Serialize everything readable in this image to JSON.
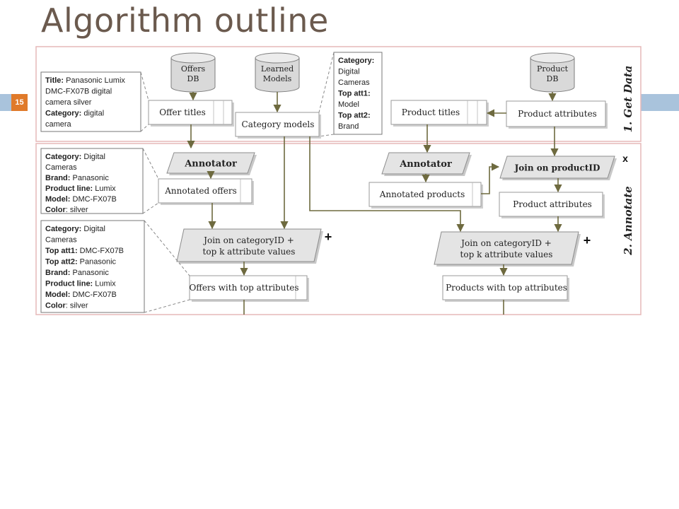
{
  "slide": {
    "title": "Algorithm outline",
    "page_number": "15"
  },
  "colors": {
    "title": "#6b5a4e",
    "page_number_bg": "#e07a2a",
    "accent_bar": "#a9c3dc",
    "panel_border": "#e6b8b8",
    "arrow": "#6e6a3f",
    "box_border": "#9a9a9a",
    "process_fill": "#e4e4e4"
  },
  "diagram": {
    "stage1_label": "1. Get Data",
    "stage2_label": "2. Annotate",
    "offers_db": [
      "Offers",
      "DB"
    ],
    "learned_models": [
      "Learned",
      "Models"
    ],
    "product_db": [
      "Product",
      "DB"
    ],
    "offer_titles": "Offer titles",
    "category_models": "Category models",
    "product_titles": "Product titles",
    "product_attributes_top": "Product attributes",
    "annotator_left": "Annotator",
    "annotator_right": "Annotator",
    "annotated_offers": "Annotated offers",
    "annotated_products": "Annotated products",
    "join_product_id": "Join on productID",
    "product_attributes_mid": "Product attributes",
    "join_category_left": [
      "Join on categoryID +",
      "top k attribute values"
    ],
    "join_category_right": [
      "Join on categoryID +",
      "top k attribute values"
    ],
    "offers_top_attributes": "Offers with top attributes",
    "products_top_attributes": "Products with top attributes",
    "plus_left": "+",
    "plus_right": "+",
    "x_mark": "x",
    "note_offer": [
      {
        "k": "Title:",
        "v": " Panasonic Lumix"
      },
      {
        "k": "",
        "v": "DMC-FX07B digital"
      },
      {
        "k": "",
        "v": "camera silver"
      },
      {
        "k": "Category:",
        "v": " digital"
      },
      {
        "k": "",
        "v": "camera"
      }
    ],
    "note_model": [
      {
        "k": "Category:",
        "v": ""
      },
      {
        "k": "",
        "v": "Digital"
      },
      {
        "k": "",
        "v": "Cameras"
      },
      {
        "k": "Top att1:",
        "v": ""
      },
      {
        "k": "",
        "v": "Model"
      },
      {
        "k": "Top att2:",
        "v": ""
      },
      {
        "k": "",
        "v": "Brand"
      }
    ],
    "note_annotated": [
      {
        "k": "Category:",
        "v": " Digital"
      },
      {
        "k": "",
        "v": "Cameras"
      },
      {
        "k": "Brand:",
        "v": " Panasonic"
      },
      {
        "k": "Product line:",
        "v": " Lumix"
      },
      {
        "k": "Model:",
        "v": " DMC-FX07B"
      },
      {
        "k": "Color",
        "v": ": silver"
      }
    ],
    "note_joined": [
      {
        "k": "Category:",
        "v": " Digital"
      },
      {
        "k": "",
        "v": "Cameras"
      },
      {
        "k": "Top att1:",
        "v": " DMC-FX07B"
      },
      {
        "k": "Top att2:",
        "v": " Panasonic"
      },
      {
        "k": "Brand:",
        "v": " Panasonic"
      },
      {
        "k": "Product line:",
        "v": " Lumix"
      },
      {
        "k": "Model:",
        "v": " DMC-FX07B"
      },
      {
        "k": "Color",
        "v": ": silver"
      }
    ]
  }
}
